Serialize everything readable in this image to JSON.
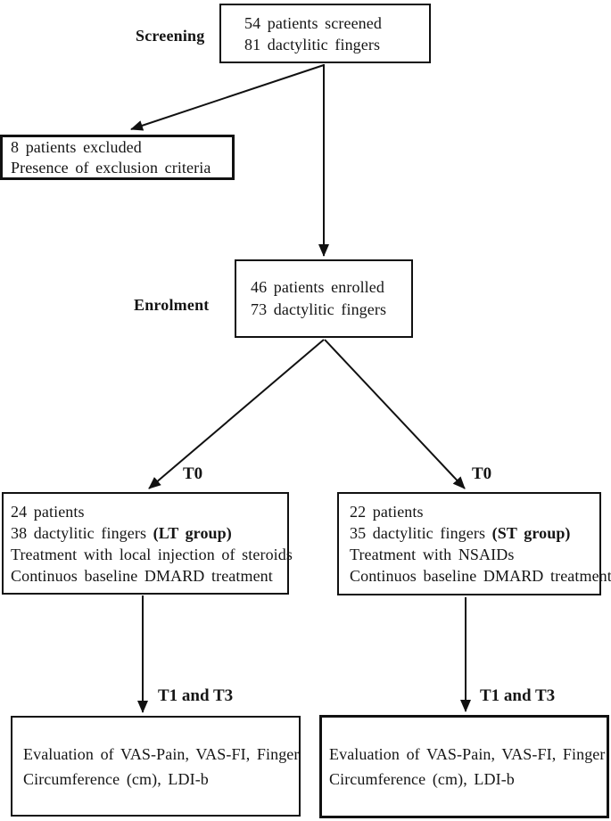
{
  "figure": {
    "type": "study-flowchart",
    "background_color": "#ffffff",
    "line_color": "#111111",
    "text_color": "#151515"
  },
  "labels": {
    "screening": "Screening",
    "enrolment": "Enrolment",
    "t0_left": "T0",
    "t0_right": "T0",
    "t1t3_left": "T1 and T3",
    "t1t3_right": "T1 and T3"
  },
  "boxes": {
    "screened": {
      "lines": [
        {
          "text": "54 patients screened"
        },
        {
          "text": "81 dactylitic fingers"
        }
      ]
    },
    "excluded": {
      "lines": [
        {
          "text": "8 patients excluded"
        },
        {
          "text": "Presence of exclusion criteria"
        }
      ]
    },
    "enrolled": {
      "lines": [
        {
          "text": "46 patients enrolled"
        },
        {
          "text": "73 dactylitic fingers"
        }
      ]
    },
    "lt_group": {
      "lines": [
        {
          "text": "24 patients"
        },
        {
          "text": "38 dactylitic fingers ",
          "bold": "(LT group)"
        },
        {
          "text": "Treatment with local injection of steroids"
        },
        {
          "text": "Continuos baseline DMARD treatment"
        }
      ]
    },
    "st_group": {
      "lines": [
        {
          "text": "22 patients"
        },
        {
          "text": "35 dactylitic fingers ",
          "bold": "(ST group)"
        },
        {
          "text": "Treatment with NSAIDs"
        },
        {
          "text": "Continuos baseline DMARD treatment"
        }
      ]
    },
    "eval_left": {
      "lines": [
        {
          "text": "Evaluation of VAS-Pain, VAS-FI, Finger"
        },
        {
          "text": "Circumference (cm), LDI-b"
        }
      ]
    },
    "eval_right": {
      "lines": [
        {
          "text": "Evaluation of VAS-Pain, VAS-FI, Finger"
        },
        {
          "text": "Circumference (cm), LDI-b"
        }
      ]
    }
  }
}
